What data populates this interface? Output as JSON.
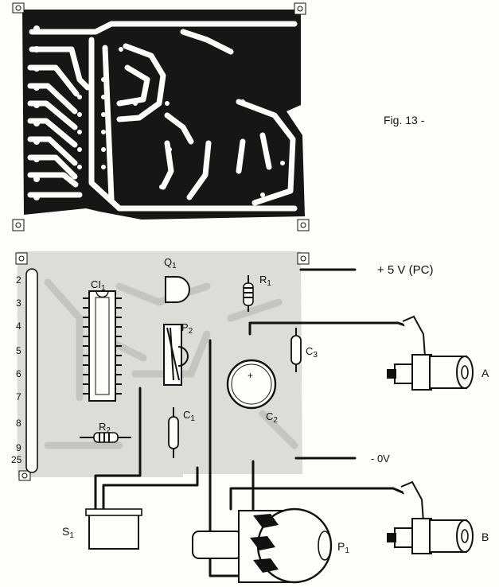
{
  "figure": {
    "caption": "Fig. 13 -"
  },
  "pins": [
    "2",
    "3",
    "4",
    "5",
    "6",
    "7",
    "8",
    "9",
    "25"
  ],
  "components": {
    "ic": "CI",
    "ic_sub": "1",
    "q1": "Q",
    "q1_sub": "1",
    "r1": "R",
    "r1_sub": "1",
    "r2": "R",
    "r2_sub": "2",
    "p2": "P",
    "p2_sub": "2",
    "c1": "C",
    "c1_sub": "1",
    "c2": "C",
    "c2_sub": "2",
    "c3": "C",
    "c3_sub": "3",
    "p1": "P",
    "p1_sub": "1",
    "s1": "S",
    "s1_sub": "1"
  },
  "connectors": {
    "power": "+ 5 V (PC)",
    "ground": "- 0V",
    "jack_a": "A",
    "jack_b": "B"
  },
  "colors": {
    "ink": "#111111",
    "board": "#d9d9d6",
    "pcb": "#161616"
  }
}
